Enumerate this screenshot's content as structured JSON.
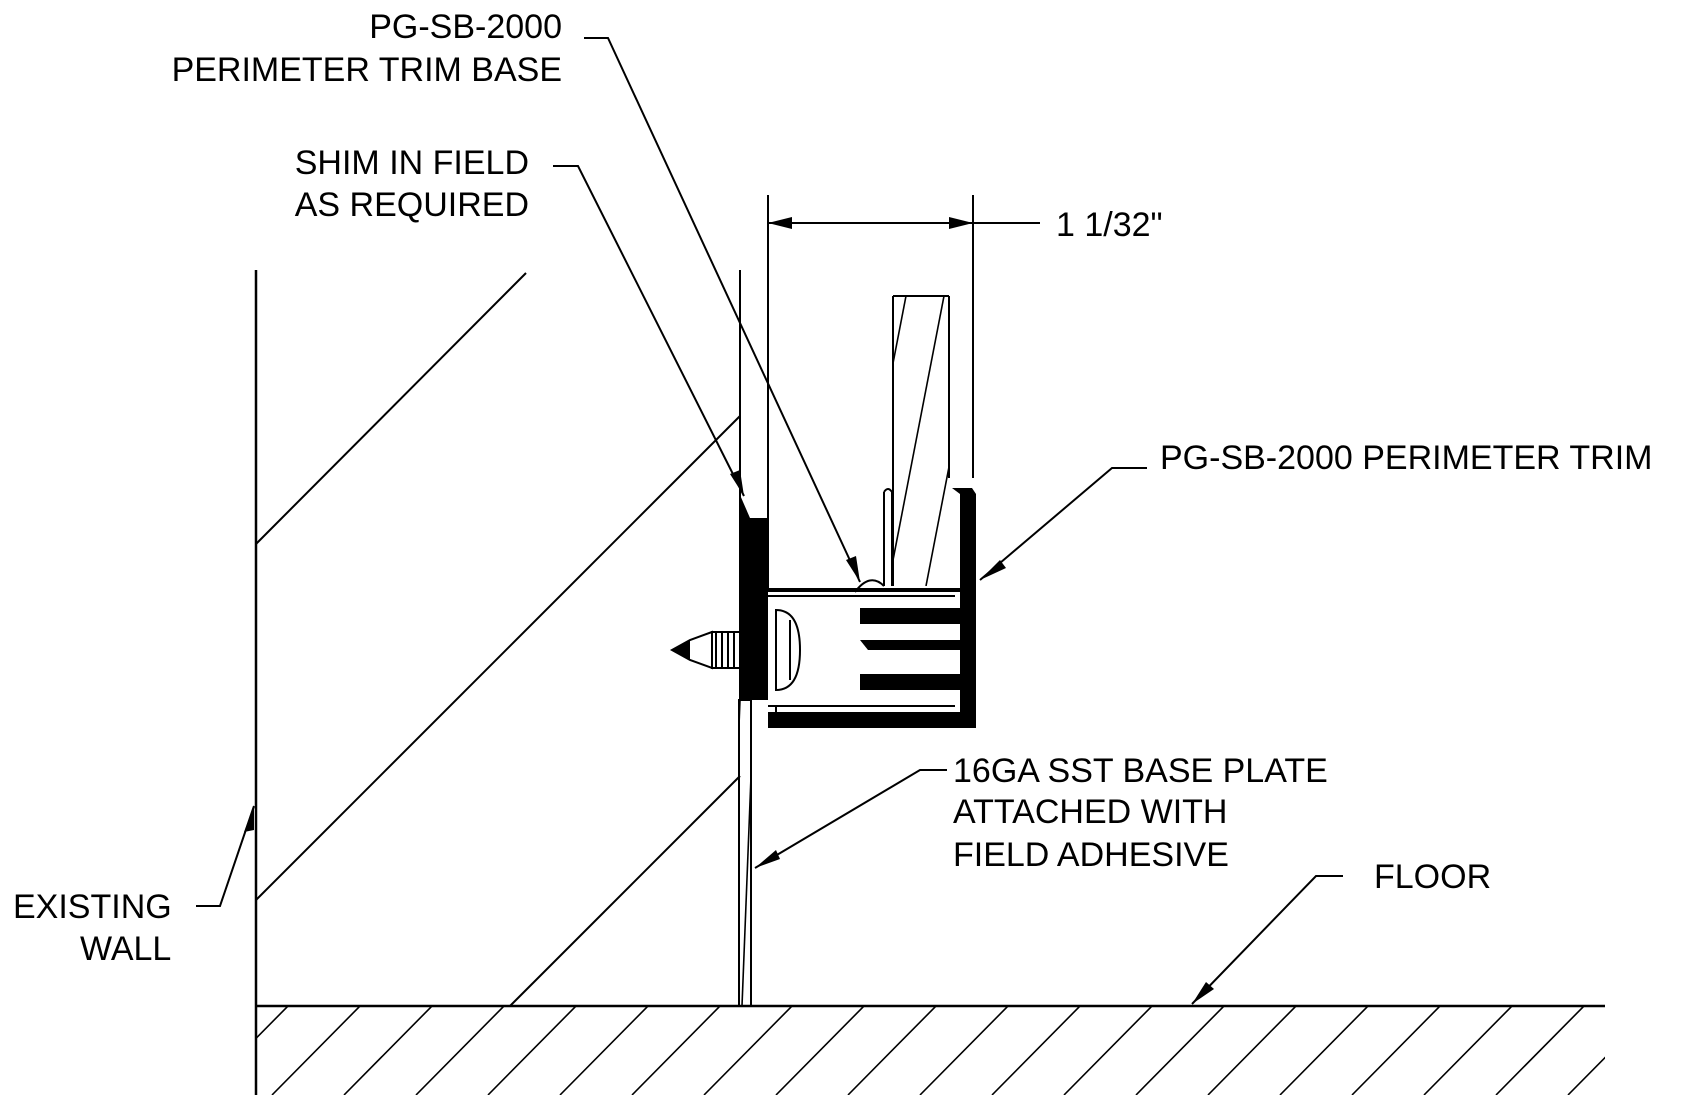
{
  "labels": {
    "trim_base_line1": "PG-SB-2000",
    "trim_base_line2": "PERIMETER TRIM BASE",
    "shim_line1": "SHIM IN FIELD",
    "shim_line2": "AS REQUIRED",
    "dimension": "1 1/32\"",
    "perimeter_trim": "PG-SB-2000 PERIMETER TRIM",
    "base_plate_line1": "16GA SST BASE PLATE",
    "base_plate_line2": "ATTACHED WITH",
    "base_plate_line3": "FIELD ADHESIVE",
    "floor": "FLOOR",
    "wall_line1": "EXISTING",
    "wall_line2": "WALL"
  }
}
